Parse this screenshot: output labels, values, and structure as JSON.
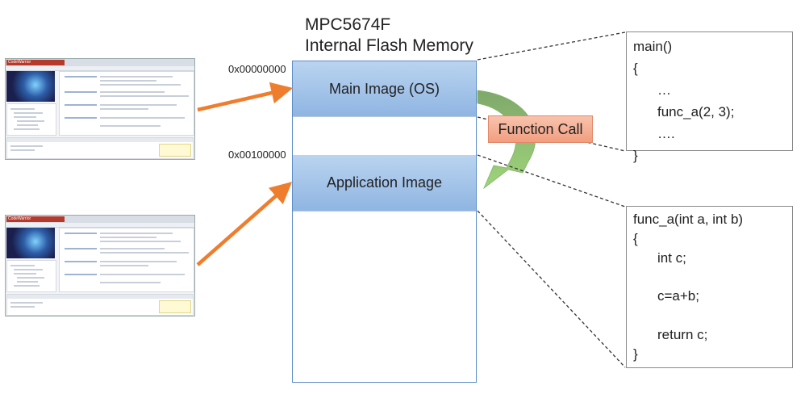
{
  "title": {
    "line1": "MPC5674F",
    "line2": "Internal Flash Memory"
  },
  "addresses": {
    "main": "0x00000000",
    "app": "0x00100000"
  },
  "memory": {
    "main_image_label": "Main Image (OS)",
    "app_image_label": "Application Image"
  },
  "function_call_label": "Function Call",
  "code_main": [
    "main()",
    "{",
    "…",
    "func_a(2, 3);",
    "….",
    "}"
  ],
  "code_func": [
    "func_a(int a, int b)",
    "{",
    "int c;",
    "",
    "c=a+b;",
    "",
    "return c;",
    "}"
  ],
  "thumbnails": {
    "brand": "CodeWarrior",
    "logo": "freescale"
  },
  "colors": {
    "arrow": "#ef7d2e",
    "curve_arrow": "#8cc46a",
    "block_fill": "#a7c6ea",
    "memory_border": "#5b8cc7",
    "function_call_fill": "#f5b095"
  }
}
